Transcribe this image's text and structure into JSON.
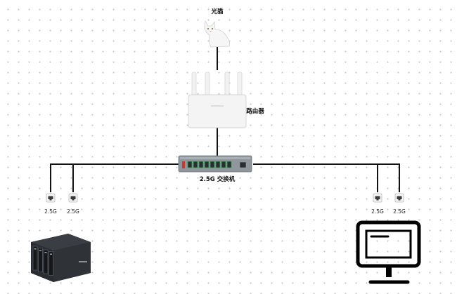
{
  "nodes": {
    "modem": {
      "label": "光猫",
      "icon": "cat-icon"
    },
    "router": {
      "label": "路由器",
      "icon": "router-icon"
    },
    "switch": {
      "label": "2.5G 交换机",
      "icon": "network-switch-icon"
    },
    "nas": {
      "icon": "nas-icon"
    },
    "computer": {
      "icon": "monitor-icon"
    }
  },
  "ports": [
    {
      "label": "2.5G",
      "icon": "ethernet-port-icon"
    },
    {
      "label": "2.5G",
      "icon": "ethernet-port-icon"
    },
    {
      "label": "2.5G",
      "icon": "ethernet-port-icon"
    },
    {
      "label": "2.5G",
      "icon": "ethernet-port-icon"
    }
  ],
  "colors": {
    "wire": "#111111",
    "switch_body": "#8f969c",
    "switch_port_green": "#3aa655",
    "router_body": "#f4f4f4",
    "nas_body": "#2c2f33",
    "monitor_stroke": "#000000"
  }
}
